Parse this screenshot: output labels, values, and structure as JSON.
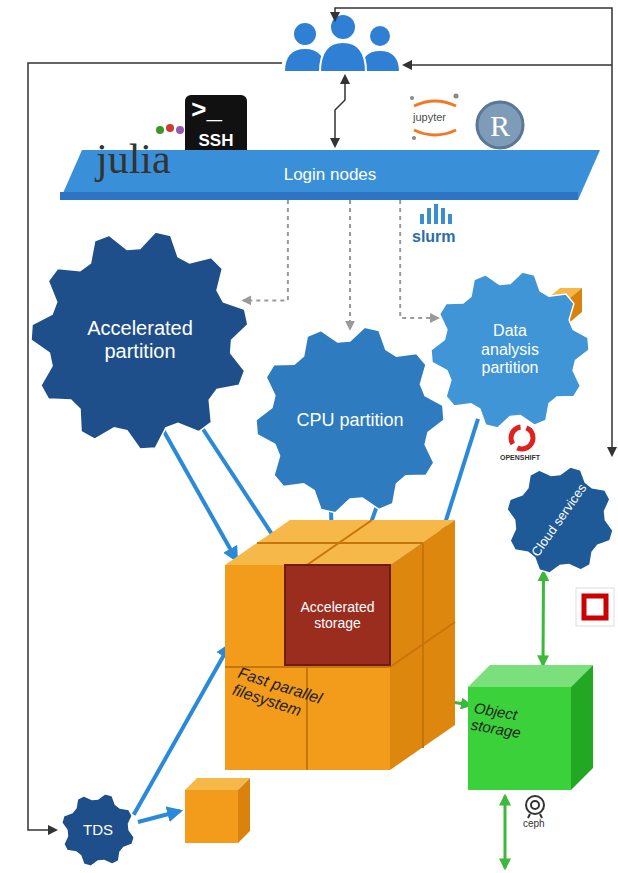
{
  "diagram": {
    "nodes": [
      {
        "text": [
          "Login nodes"
        ]
      },
      {
        "text": [
          "Accelerated partition"
        ]
      },
      {
        "text": [
          "CPU partition"
        ]
      },
      {
        "text": [
          "Data analysis partition"
        ]
      },
      {
        "text": [
          "Cloud services"
        ]
      },
      {
        "text": [
          "Fast parallel filesystem"
        ]
      },
      {
        "text": [
          "Accelerated storage"
        ],
        "in": 5
      },
      {
        "text": [
          "Object storage"
        ]
      },
      {
        "text": [
          "TDS"
        ]
      }
    ],
    "edges": [
      {
        "from": 0,
        "to": 1,
        "arrow": "to"
      },
      {
        "from": 0,
        "to": 2,
        "arrow": "to"
      },
      {
        "from": 0,
        "to": 3,
        "arrow": "to"
      },
      {
        "from": 1,
        "to": 5,
        "arrow": "to"
      },
      {
        "from": 1,
        "to": 6,
        "arrow": "to"
      },
      {
        "from": 2,
        "to": 6,
        "arrow": "to"
      },
      {
        "from": 2,
        "to": 5,
        "arrow": "to"
      },
      {
        "from": 3,
        "to": 5,
        "arrow": "to"
      },
      {
        "from": 8,
        "to": 5,
        "arrow": "to"
      },
      {
        "from": 6,
        "to": 5,
        "arrow": "both"
      },
      {
        "from": 5,
        "to": 7,
        "arrow": "both"
      },
      {
        "from": 7,
        "to": 4,
        "arrow": "both"
      }
    ],
    "labels": [
      "julia",
      ">_",
      "SSH",
      "jupyter",
      "R",
      "slurm",
      "OPENSHIFT",
      "ceph"
    ]
  }
}
